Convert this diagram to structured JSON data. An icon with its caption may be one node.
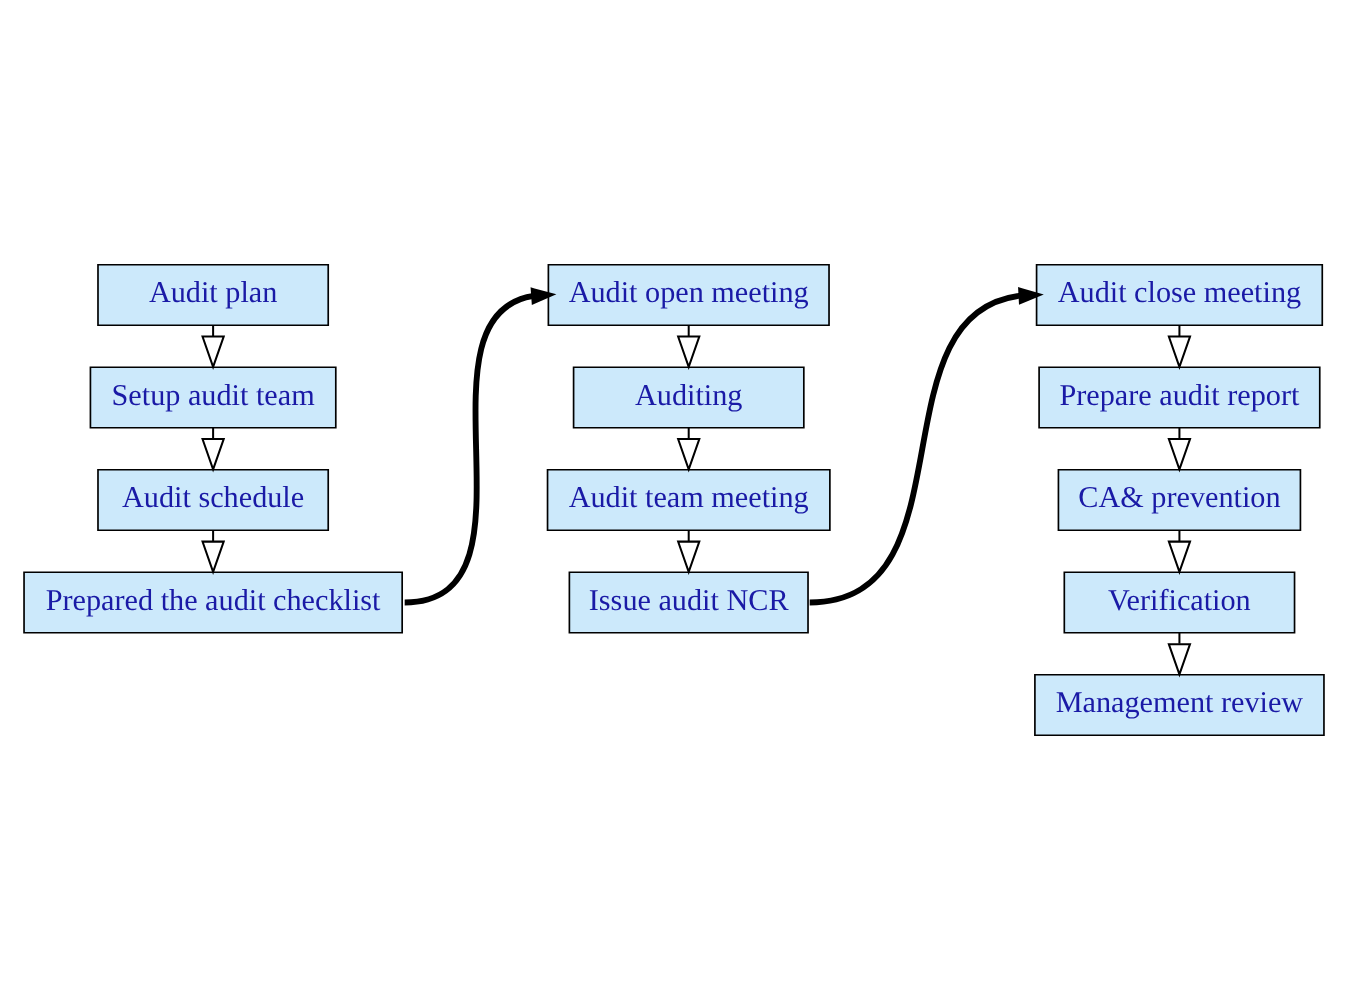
{
  "diagram": {
    "nodes": [
      {
        "text": [
          "Audit plan"
        ]
      },
      {
        "text": [
          "Setup audit team"
        ]
      },
      {
        "text": [
          "Audit schedule"
        ]
      },
      {
        "text": [
          "Prepared the audit checklist"
        ]
      },
      {
        "text": [
          "Audit open meeting"
        ]
      },
      {
        "text": [
          "Auditing"
        ]
      },
      {
        "text": [
          "Audit team meeting"
        ]
      },
      {
        "text": [
          "Issue audit NCR"
        ]
      },
      {
        "text": [
          "Audit close meeting"
        ]
      },
      {
        "text": [
          "Prepare audit report"
        ]
      },
      {
        "text": [
          "CA& prevention"
        ]
      },
      {
        "text": [
          "Verification"
        ]
      },
      {
        "text": [
          "Management review"
        ]
      }
    ],
    "edges": [
      {
        "from": 0,
        "to": 1,
        "arrow": "to"
      },
      {
        "from": 1,
        "to": 2,
        "arrow": "to"
      },
      {
        "from": 2,
        "to": 3,
        "arrow": "to"
      },
      {
        "from": 3,
        "to": 4,
        "arrow": "to",
        "style": "thick"
      },
      {
        "from": 4,
        "to": 5,
        "arrow": "to"
      },
      {
        "from": 5,
        "to": 6,
        "arrow": "to"
      },
      {
        "from": 6,
        "to": 7,
        "arrow": "to"
      },
      {
        "from": 7,
        "to": 8,
        "arrow": "to",
        "style": "thick"
      },
      {
        "from": 8,
        "to": 9,
        "arrow": "to"
      },
      {
        "from": 9,
        "to": 10,
        "arrow": "to"
      },
      {
        "from": 10,
        "to": 11,
        "arrow": "to"
      },
      {
        "from": 11,
        "to": 12,
        "arrow": "to"
      }
    ]
  }
}
